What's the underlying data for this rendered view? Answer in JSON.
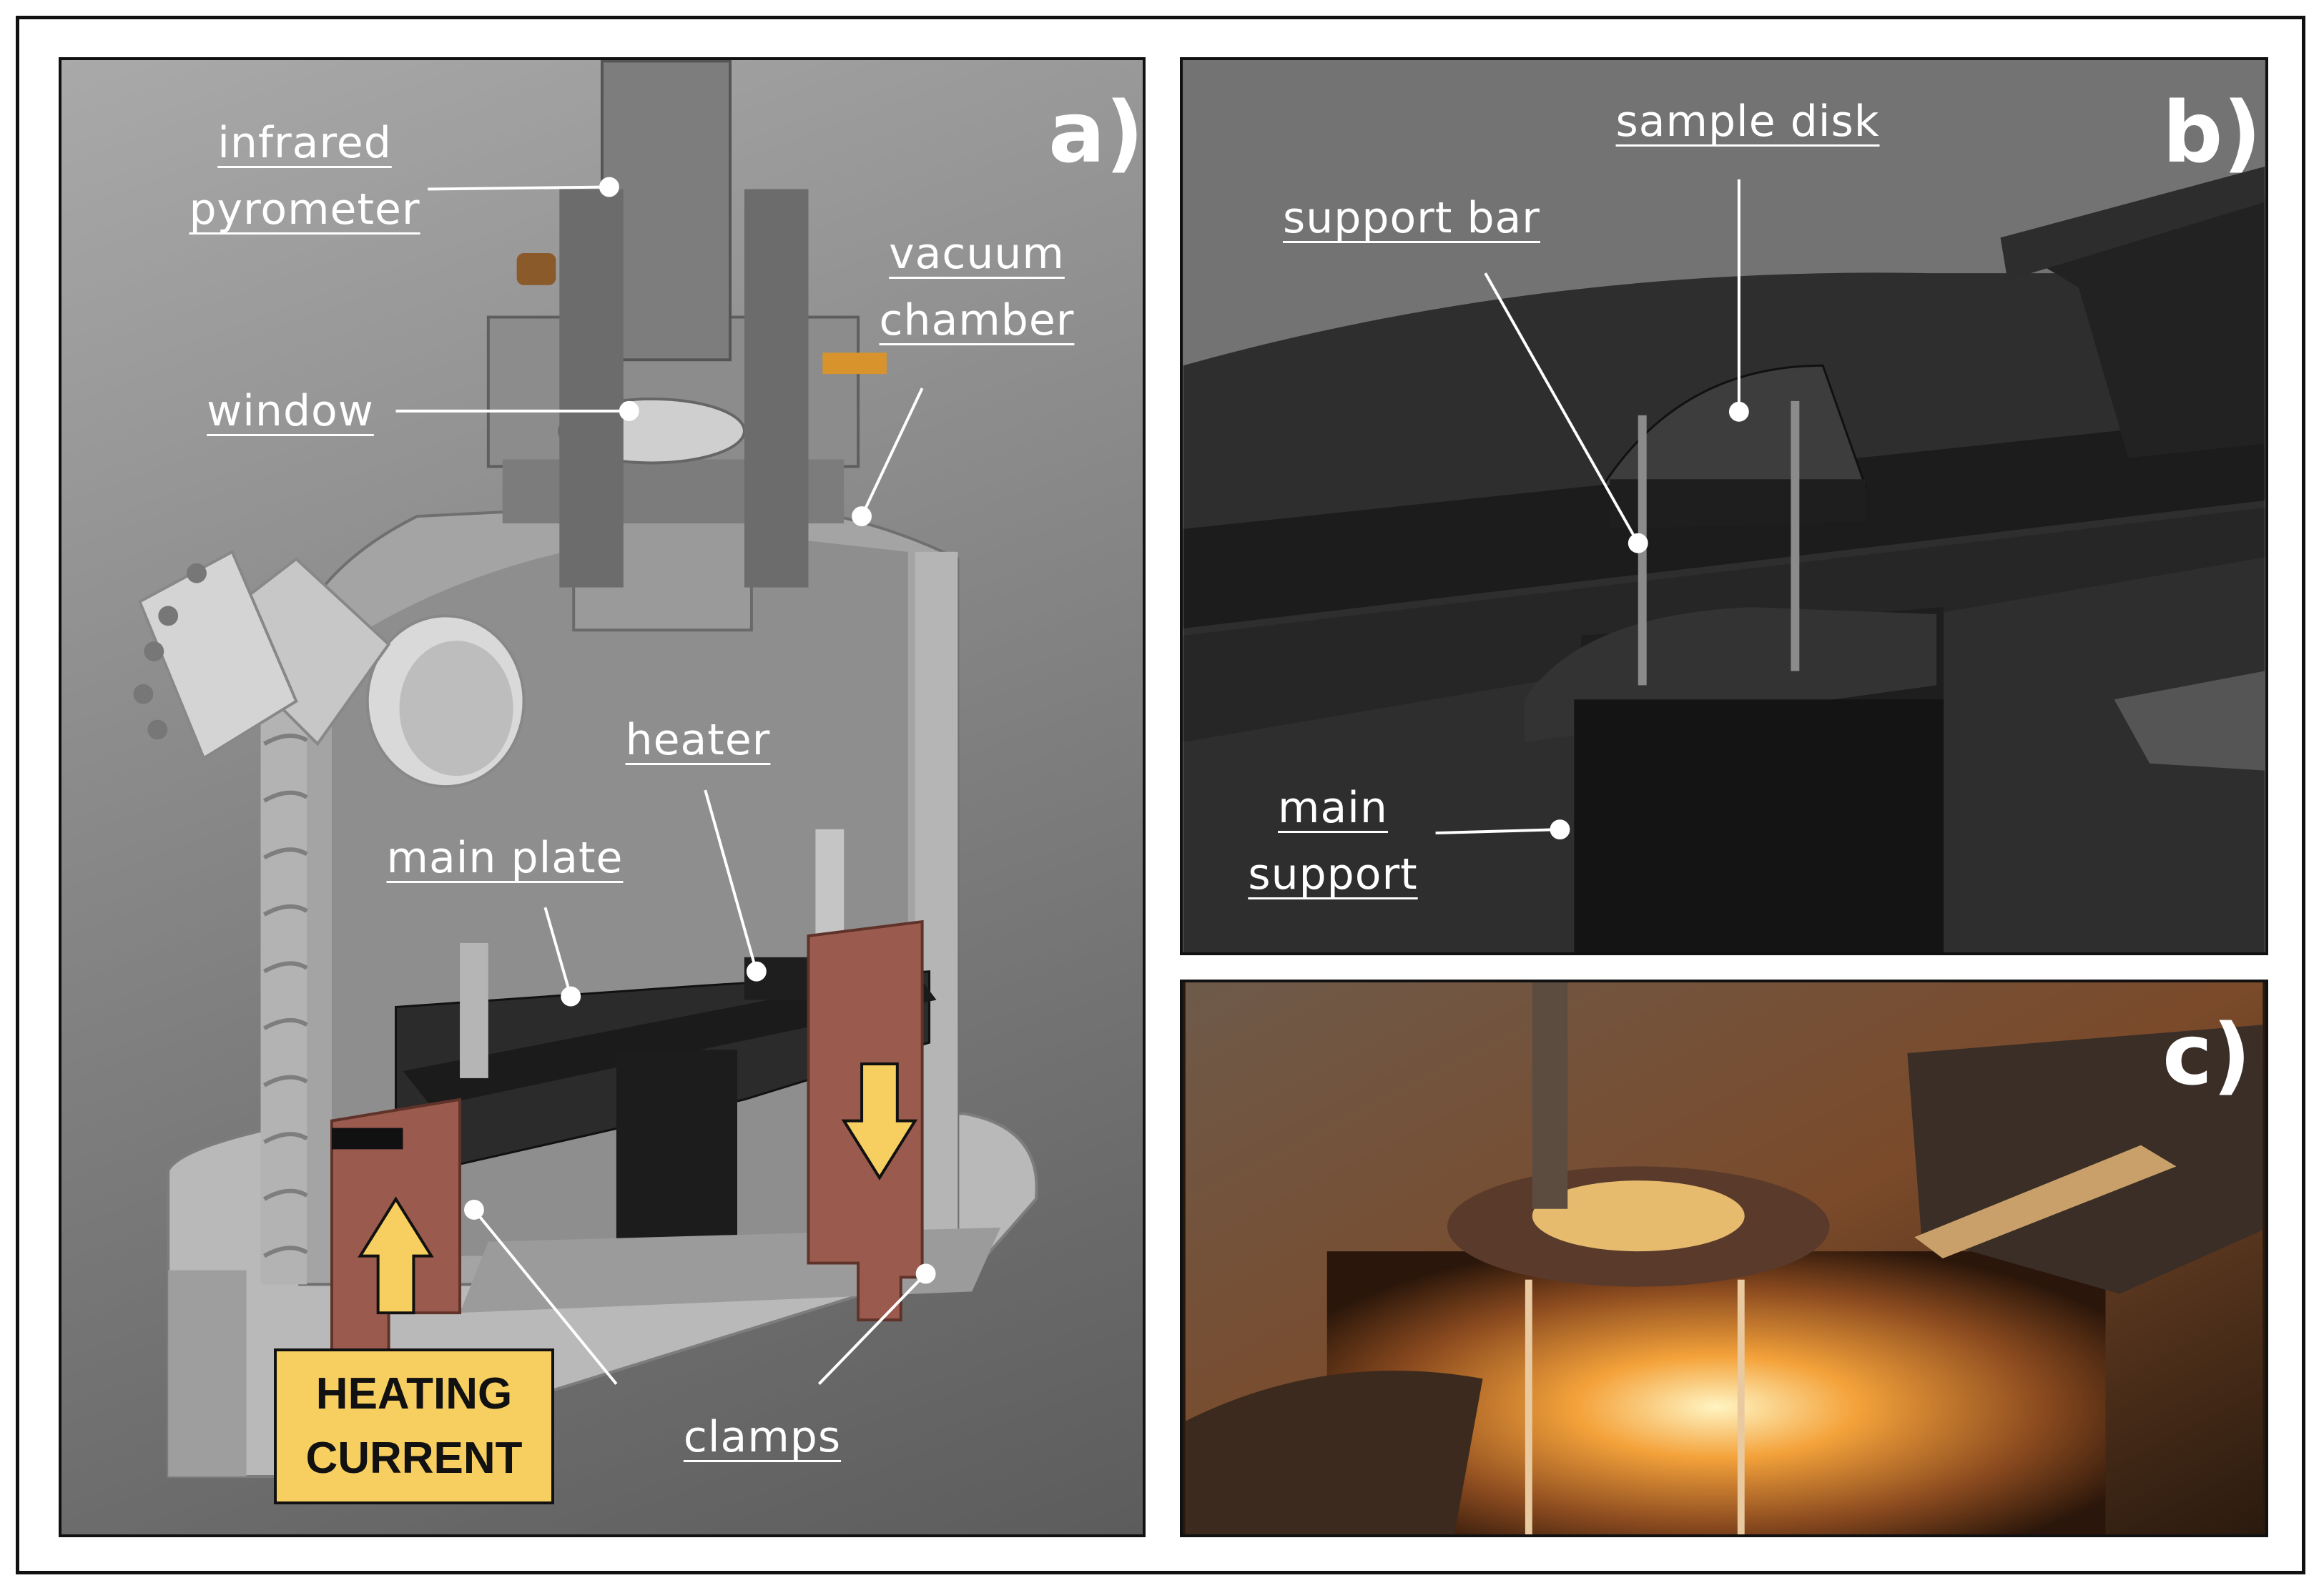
{
  "panel_a": {
    "tag": "a)",
    "labels": {
      "infrared": "infrared",
      "pyrometer": "pyrometer",
      "vacuum": "vacuum",
      "chamber": "chamber",
      "window": "window",
      "heater": "heater",
      "main_plate": "main plate",
      "clamps": "clamps"
    },
    "heating_current": [
      "HEATING",
      "CURRENT"
    ]
  },
  "panel_b": {
    "tag": "b)",
    "labels": {
      "sample_disk": "sample disk",
      "support_bar": "support bar",
      "main": "main",
      "support": "support"
    }
  },
  "panel_c": {
    "tag": "c)"
  },
  "colors": {
    "clamp": "#9b5a4e",
    "arrow": "#f7cf61",
    "label_text": "#ffffff",
    "chamber_grey": "#a6a6a6",
    "dark_part": "#2a2a2a"
  }
}
